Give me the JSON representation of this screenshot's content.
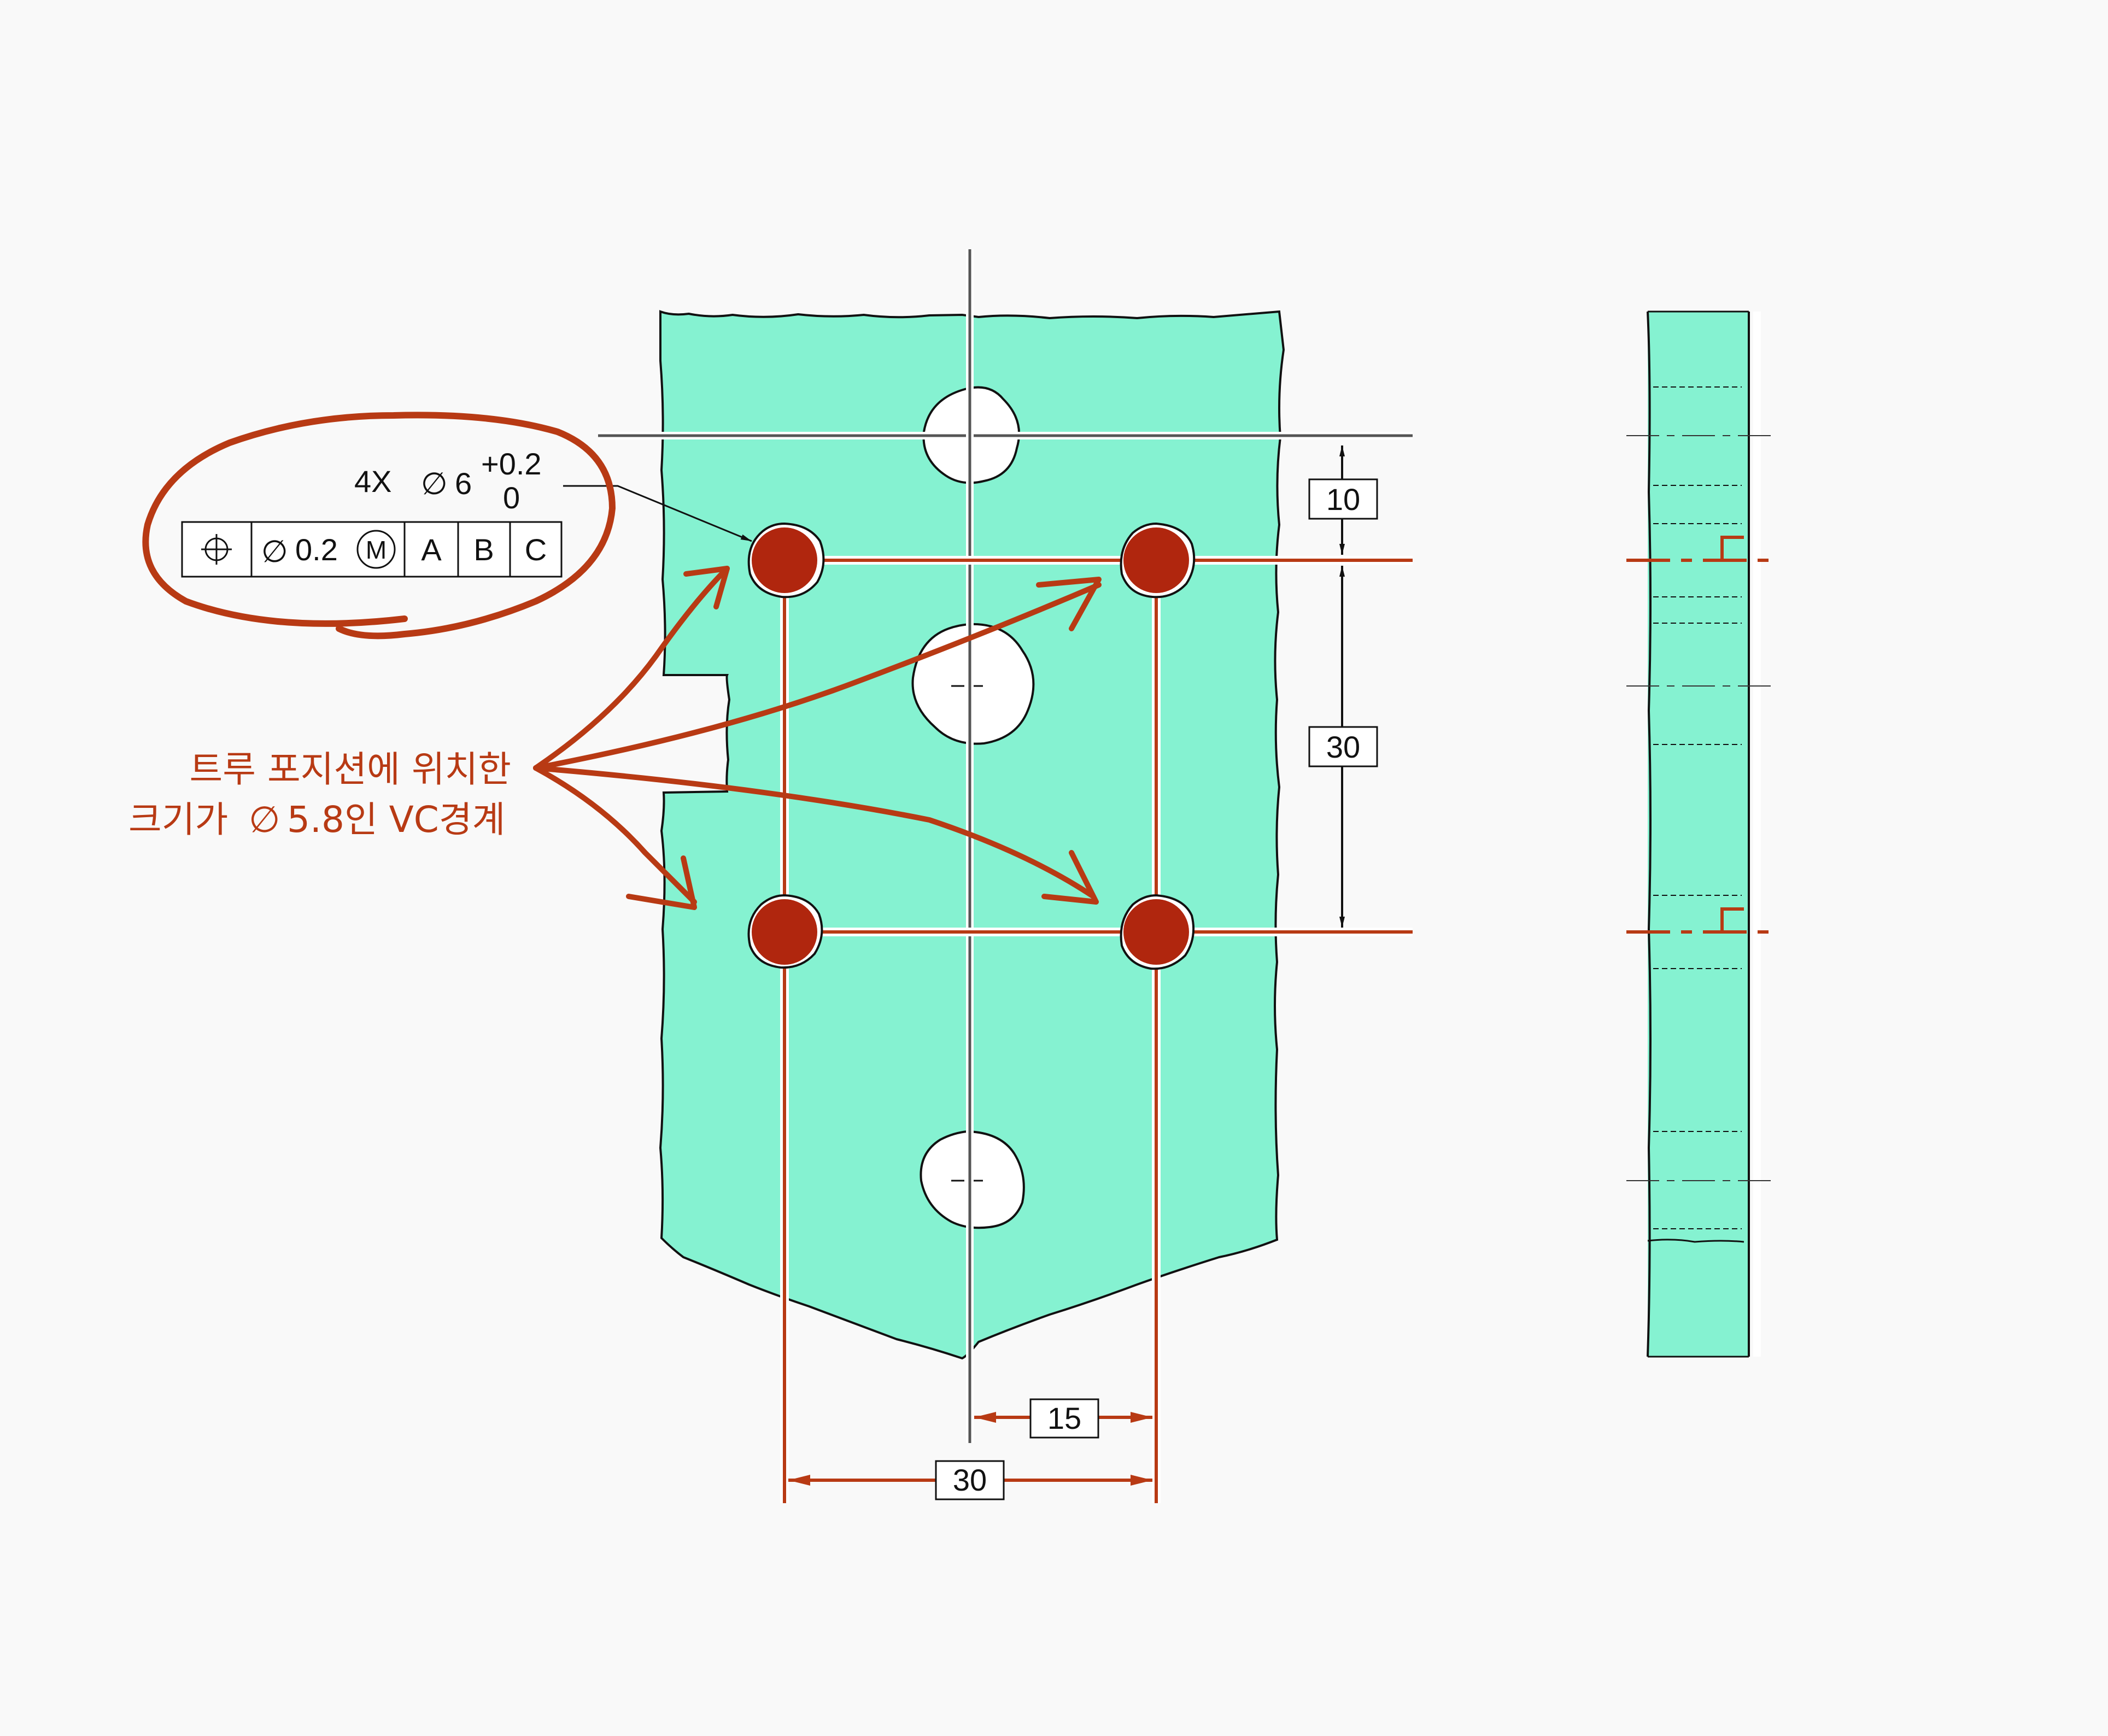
{
  "callout": {
    "count": "4X",
    "diameter_symbol": "∅",
    "nominal": "6",
    "tol_upper": "+0.2",
    "tol_lower": "0"
  },
  "fcf": {
    "position_symbol_name": "position-symbol-icon",
    "diameter_symbol": "∅",
    "tolerance": "0.2",
    "modifier": "M",
    "datum_a": "A",
    "datum_b": "B",
    "datum_c": "C"
  },
  "dimensions": {
    "top_offset": "10",
    "vertical_spacing": "30",
    "half_horizontal": "15",
    "horizontal_spacing": "30"
  },
  "annotation": {
    "line1": "트루 포지션에 위치한",
    "line2_prefix": "크기가",
    "line2_symbol": "∅",
    "line2_rest": "5.8인 VC경계"
  },
  "colors": {
    "part_fill": "#85f2d1",
    "accent_red": "#b83a14",
    "line_black": "#111111"
  }
}
